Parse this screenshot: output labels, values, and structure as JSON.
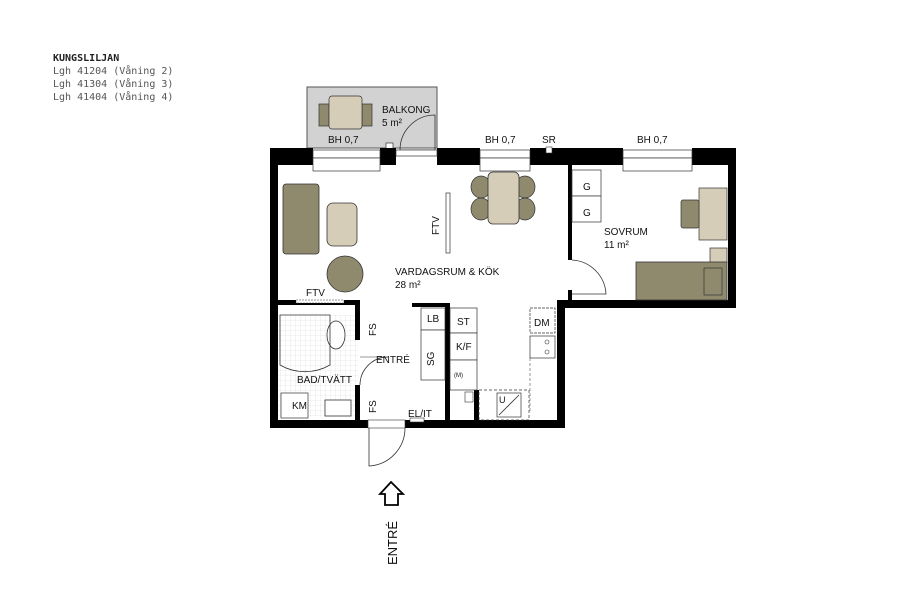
{
  "header": {
    "project": "KUNGSLILJAN",
    "units": [
      "Lgh 41204 (Våning 2)",
      "Lgh 41304 (Våning 3)",
      "Lgh 41404 (Våning 4)"
    ]
  },
  "rooms": {
    "balcony": {
      "name": "BALKONG",
      "area": "5 m²"
    },
    "living_kitchen": {
      "name": "VARDAGSRUM & KÖK",
      "area": "28 m²"
    },
    "bedroom": {
      "name": "SOVRUM",
      "area": "11 m²"
    },
    "bath_laundry": {
      "name": "BAD/TVÄTT"
    },
    "hall": {
      "name": "ENTRÉ"
    }
  },
  "labels": {
    "window_1": "BH 0,7",
    "window_2": "BH 0,7",
    "window_3": "BH 0,7",
    "sr": "SR",
    "ftv_wall": "FTV",
    "ftv_living": "FTV",
    "wardrobe_1": "G",
    "wardrobe_2": "G",
    "fs_top": "FS",
    "fs_bottom": "FS",
    "lb": "LB",
    "sg": "SG",
    "st": "ST",
    "kf": "K/F",
    "mw": "(M)",
    "dm": "DM",
    "km": "KM",
    "u": "U",
    "elit": "EL/IT",
    "entrance_arrow": "ENTRÉ"
  },
  "colors": {
    "wall": "#000000",
    "furniture_dark": "#8f8a6e",
    "furniture_light": "#d6cdb9",
    "balcony_fill": "#d2d2d2",
    "tile_grid": "#d8d8d8"
  }
}
